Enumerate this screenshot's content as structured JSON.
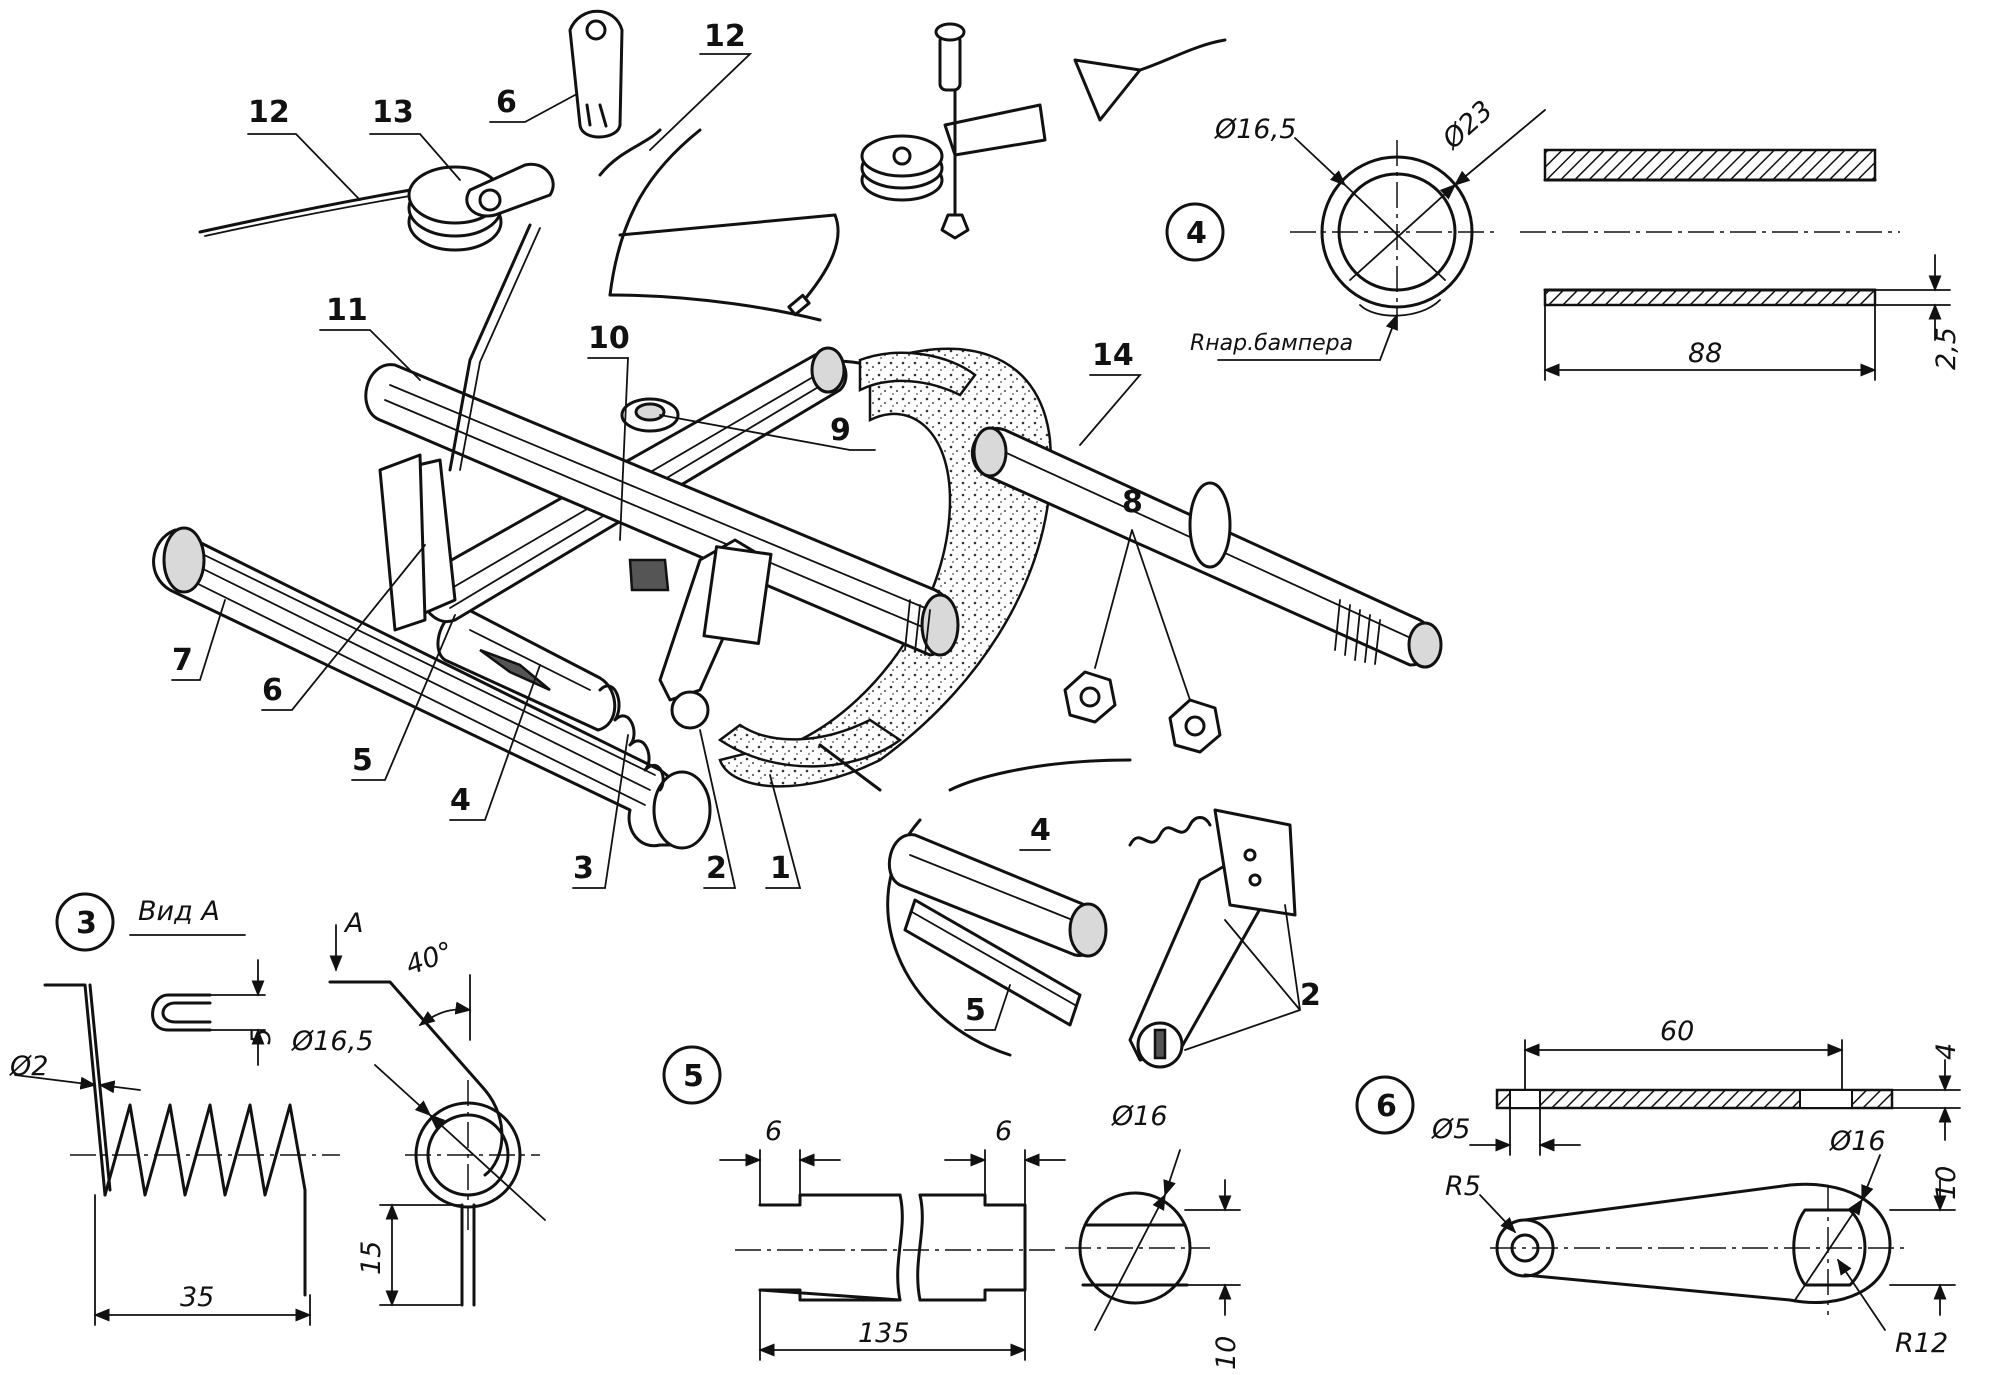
{
  "labels": {
    "l1": "1",
    "l2": "2",
    "l3": "3",
    "l4": "4",
    "l5": "5",
    "l6": "6",
    "l7": "7",
    "l8": "8",
    "l9": "9",
    "l10": "10",
    "l11": "11",
    "l12a": "12",
    "l12b": "12",
    "l13": "13",
    "l14": "14",
    "l4b": "4",
    "l5b": "5",
    "l2b": "2"
  },
  "detail3": {
    "num": "3",
    "view": "Вид А",
    "arrow": "А",
    "angle": "40°",
    "wire": "Ø2",
    "dia": "Ø16,5",
    "len": "35",
    "leg": "15",
    "gap": "5"
  },
  "detail4": {
    "num": "4",
    "inner": "Ø16,5",
    "outer": "Ø23",
    "radius": "Rнар.бампера",
    "len": "88",
    "wall": "2,5"
  },
  "detail5": {
    "num": "5",
    "end1": "6",
    "end2": "6",
    "len": "135",
    "dia": "Ø16",
    "flat": "10"
  },
  "detail6": {
    "num": "6",
    "len": "60",
    "thick": "4",
    "hole": "Ø5",
    "bore": "Ø16",
    "r5": "R5",
    "r12": "R12",
    "width": "10"
  }
}
